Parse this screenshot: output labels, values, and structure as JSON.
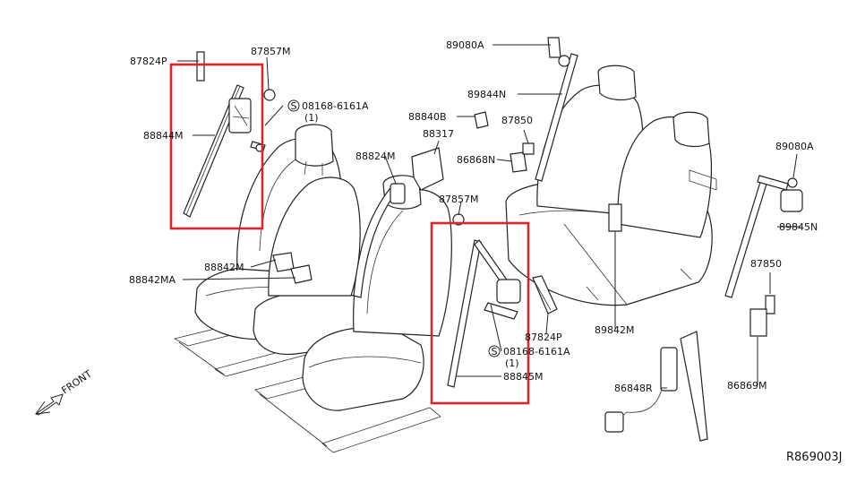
{
  "callouts": {
    "p87824P_top": "87824P",
    "p87857M_top": "87857M",
    "s08168_top": "08168-6161A",
    "s08168_top_qty": "(1)",
    "p88844M": "88844M",
    "p89080A_top": "89080A",
    "p89844N": "89844N",
    "p88840B": "88840B",
    "p87850_mid": "87850",
    "p88317": "88317",
    "p86868N": "86868N",
    "p88824M": "88824M",
    "p87857M_mid": "87857M",
    "p89080A_right": "89080A",
    "p89845N": "89845N",
    "p88842M": "88842M",
    "p88842MA": "88842MA",
    "p87850_right": "87850",
    "p87824P_mid": "87824P",
    "s08168_mid": "08168-6161A",
    "s08168_mid_qty": "(1)",
    "p89842M": "89842M",
    "p88845M": "88845M",
    "p86848R": "86848R",
    "p86869M": "86869M"
  },
  "screw_symbol": "S",
  "front_label": "FRONT",
  "diagram_ref": "R869003J",
  "highlight_color": "#d9262c"
}
